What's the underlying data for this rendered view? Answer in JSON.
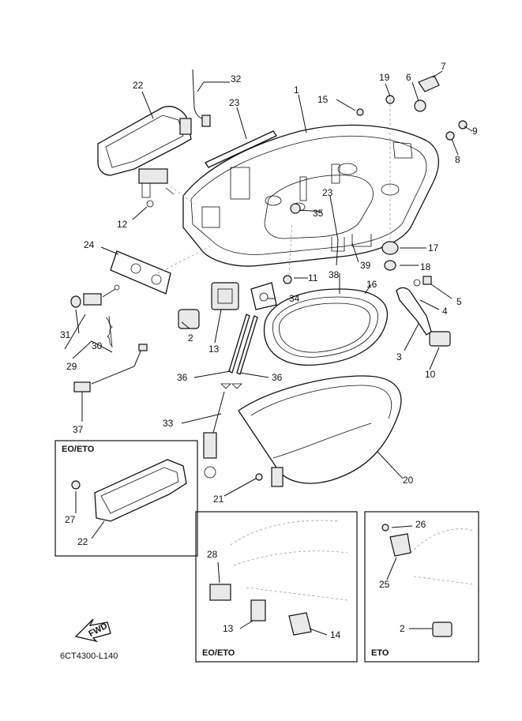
{
  "diagram_code": "6CT4300-L140",
  "fwd_label": "FWD",
  "inset_eo_eto_top": "EO/ETO",
  "inset_eo_eto_bottom": "EO/ETO",
  "inset_eto": "ETO",
  "callouts": {
    "c1": "1",
    "c2": "2",
    "c3": "3",
    "c4": "4",
    "c5": "5",
    "c6": "6",
    "c7": "7",
    "c8": "8",
    "c9": "9",
    "c10": "10",
    "c11": "11",
    "c12": "12",
    "c13": "13",
    "c14": "14",
    "c15": "15",
    "c16": "16",
    "c17": "17",
    "c18": "18",
    "c19": "19",
    "c20": "20",
    "c21": "21",
    "c22": "22",
    "c23": "23",
    "c24": "24",
    "c25": "25",
    "c26": "26",
    "c27": "27",
    "c28": "28",
    "c29": "29",
    "c30": "30",
    "c31": "31",
    "c32": "32",
    "c33": "33",
    "c34": "34",
    "c35": "35",
    "c36": "36",
    "c37": "37",
    "c38": "38",
    "c39": "39"
  }
}
